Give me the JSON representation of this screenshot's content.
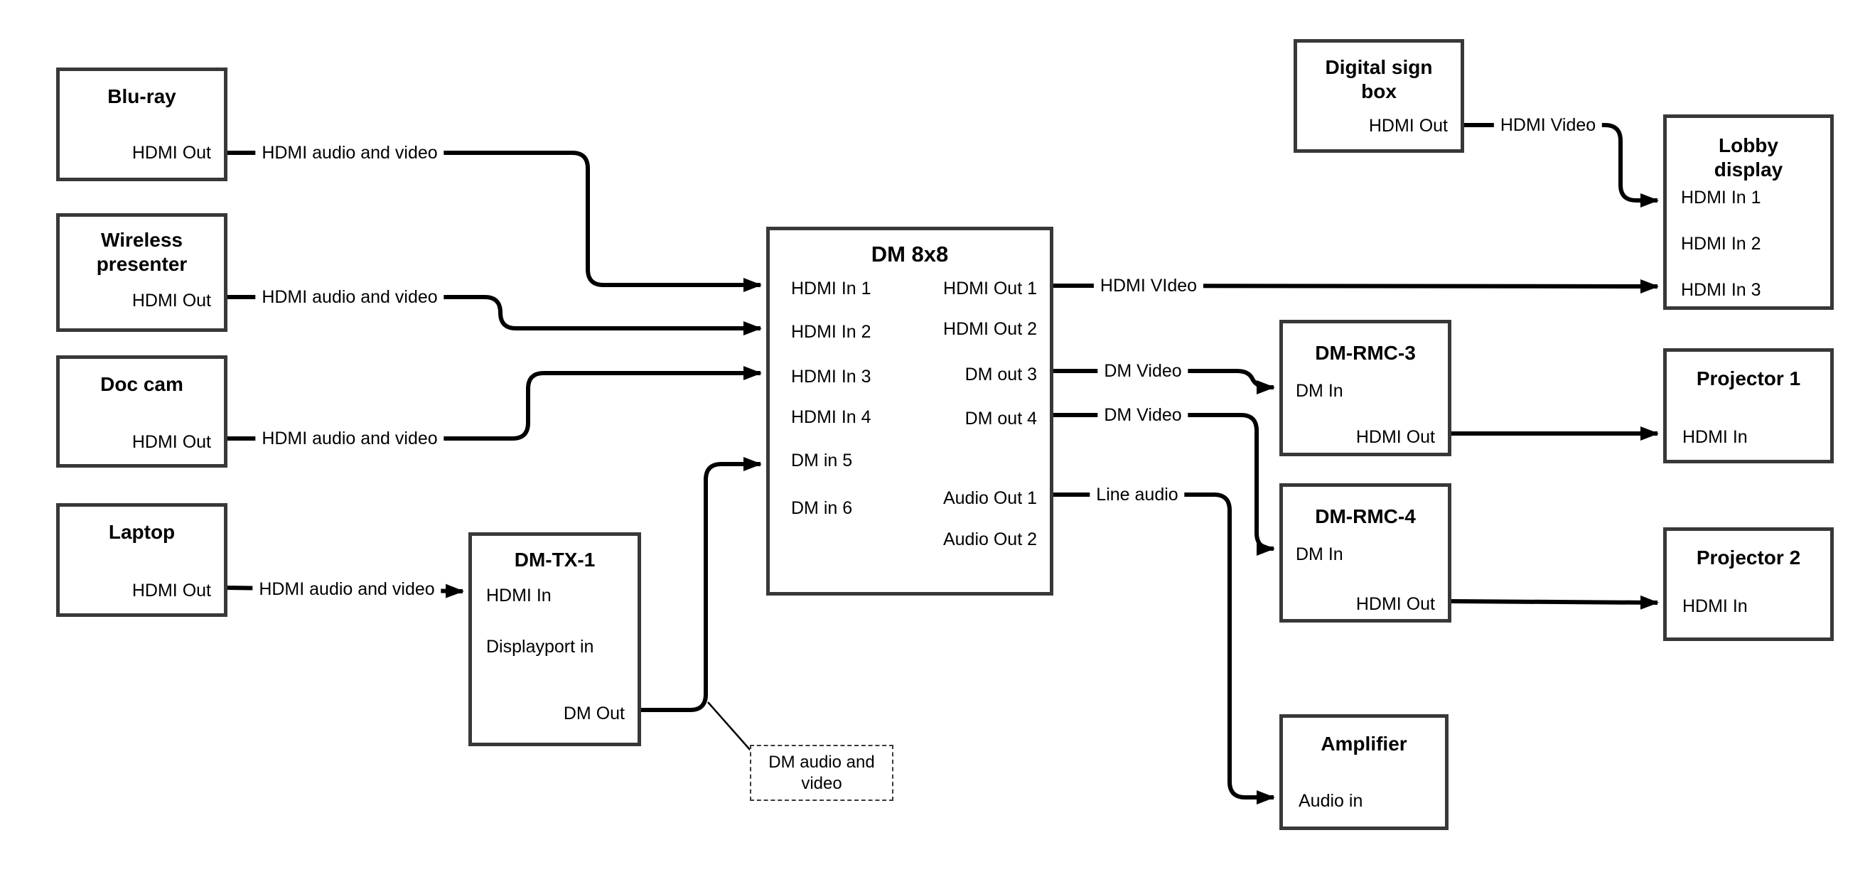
{
  "nodes": {
    "bluray": {
      "title": "Blu-ray",
      "ports": {
        "hdmi_out": "HDMI Out"
      }
    },
    "wireless": {
      "title": "Wireless\npresenter",
      "ports": {
        "hdmi_out": "HDMI Out"
      }
    },
    "doccam": {
      "title": "Doc cam",
      "ports": {
        "hdmi_out": "HDMI Out"
      }
    },
    "laptop": {
      "title": "Laptop",
      "ports": {
        "hdmi_out": "HDMI Out"
      }
    },
    "dmtx1": {
      "title": "DM-TX-1",
      "ports": {
        "hdmi_in": "HDMI In",
        "dp_in": "Displayport in",
        "dm_out": "DM Out"
      }
    },
    "dm8x8": {
      "title": "DM 8x8",
      "ports": {
        "in1": "HDMI In 1",
        "in2": "HDMI In 2",
        "in3": "HDMI In 3",
        "in4": "HDMI In 4",
        "in5": "DM in 5",
        "in6": "DM in 6",
        "out1": "HDMI Out 1",
        "out2": "HDMI Out 2",
        "out3": "DM out 3",
        "out4": "DM out 4",
        "aout1": "Audio Out 1",
        "aout2": "Audio Out 2"
      }
    },
    "digitalsign": {
      "title": "Digital sign\nbox",
      "ports": {
        "hdmi_out": "HDMI Out"
      }
    },
    "lobby": {
      "title": "Lobby\ndisplay",
      "ports": {
        "in1": "HDMI In 1",
        "in2": "HDMI In 2",
        "in3": "HDMI In 3"
      }
    },
    "rmc3": {
      "title": "DM-RMC-3",
      "ports": {
        "dm_in": "DM In",
        "hdmi_out": "HDMI Out"
      }
    },
    "proj1": {
      "title": "Projector 1",
      "ports": {
        "hdmi_in": "HDMI In"
      }
    },
    "rmc4": {
      "title": "DM-RMC-4",
      "ports": {
        "dm_in": "DM In",
        "hdmi_out": "HDMI Out"
      }
    },
    "proj2": {
      "title": "Projector 2",
      "ports": {
        "hdmi_in": "HDMI In"
      }
    },
    "amplifier": {
      "title": "Amplifier",
      "ports": {
        "audio_in": "Audio in"
      }
    }
  },
  "callout": {
    "text": "DM audio and\nvideo"
  },
  "connection_labels": {
    "bluray_link": "HDMI audio and video",
    "wireless_link": "HDMI audio and video",
    "doccam_link": "HDMI audio and video",
    "laptop_link": "HDMI audio and video",
    "hdmi_out1_link": "HDMI VIdeo",
    "dm_out3_link": "DM Video",
    "dm_out4_link": "DM Video",
    "audio_out1_link": "Line audio",
    "digitalsign_link": "HDMI Video"
  },
  "colors": {
    "background": "#ffffff",
    "box_border": "#383838",
    "line": "#000000",
    "text": "#000000"
  }
}
